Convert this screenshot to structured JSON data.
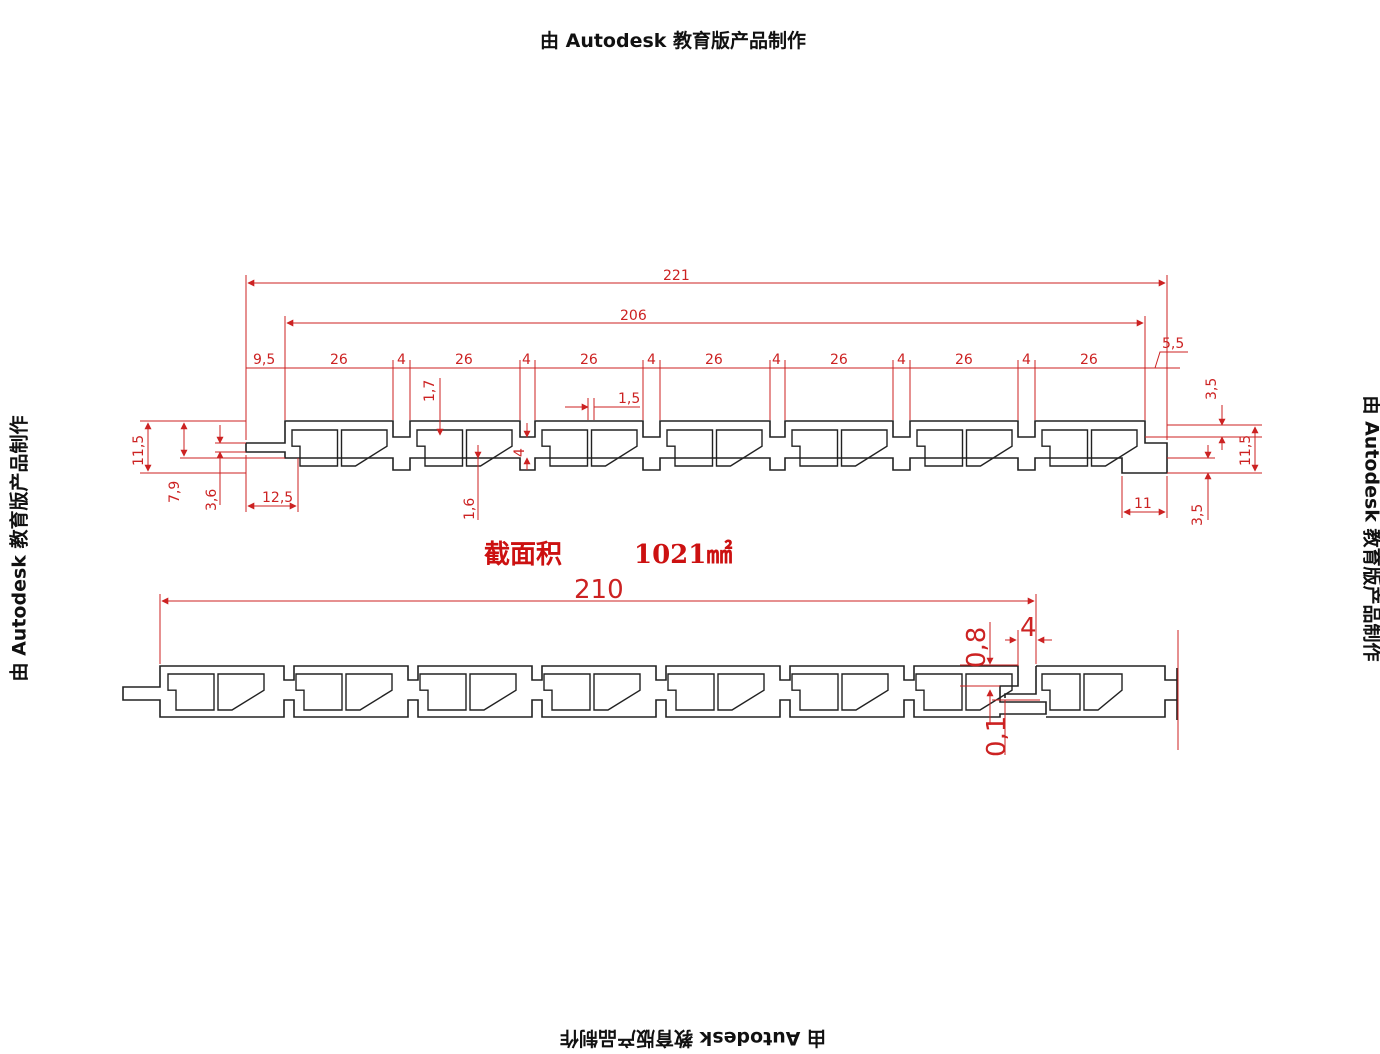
{
  "watermark": "由 Autodesk 教育版产品制作",
  "colors": {
    "outline": "#222222",
    "dimension": "#cc2222",
    "area_label": "#cc1111",
    "background": "#ffffff"
  },
  "profile_top": {
    "dims": {
      "overall": "221",
      "inner": "206",
      "left_offset": "9,5",
      "cells": [
        "26",
        "4",
        "26",
        "4",
        "26",
        "4",
        "26",
        "4",
        "26",
        "4",
        "26",
        "4",
        "26"
      ],
      "right_offset": "5,5",
      "groove_depth": "1,7",
      "rib": "1,5",
      "groove_width": "4",
      "left_height": "11,5",
      "left_h2": "7,9",
      "left_h3": "3,6",
      "tongue_len": "12,5",
      "bottom_wall": "1,6",
      "right_top_wall": "3,5",
      "right_height": "11,5",
      "right_bottom_wall": "3,5",
      "right_slot": "11"
    }
  },
  "area": {
    "label": "截面积",
    "value": "1021㎟"
  },
  "profile_bottom": {
    "dims": {
      "overall": "210",
      "gap_top": "0,8",
      "overlap": "4",
      "gap_bottom": "0,1"
    }
  }
}
